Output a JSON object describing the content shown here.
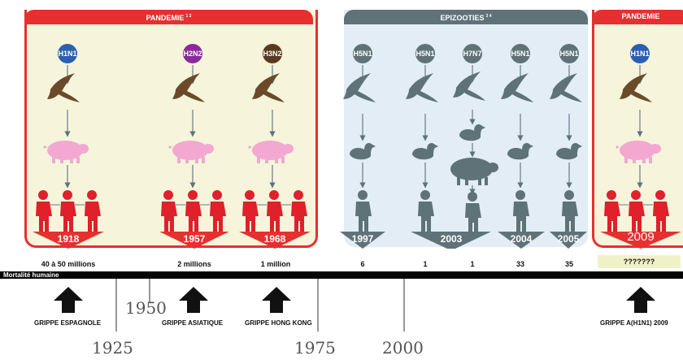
{
  "sections": {
    "pandemic_left": "PANDEMIE",
    "pandemic_left_note": "1 2",
    "epizootics": "EPIZOOTIES",
    "epizootics_note": "3 4",
    "pandemic_right": "PANDEMIE"
  },
  "colors": {
    "pandemic_red": "#e63030",
    "epizootic_slate": "#5f7278",
    "pandemic_panel_bg": "#f6f5dc",
    "epizootic_panel_bg": "#e2edf5",
    "bird_brown": "#6b4a2a",
    "pig_pink": "#f2a8d0",
    "human_red": "#e0202a"
  },
  "pandemic_cases": [
    {
      "virus": "H1N1",
      "virus_color": "#2b5fb0",
      "year": "1918",
      "deaths": "40 à 50 millions",
      "event": "GRIPPE ESPAGNOLE"
    },
    {
      "virus": "H2N2",
      "virus_color": "#8a2a9a",
      "year": "1957",
      "deaths": "2 millions",
      "event": "GRIPPE ASIATIQUE"
    },
    {
      "virus": "H3N2",
      "virus_color": "#5a3a1e",
      "year": "1968",
      "deaths": "1 million",
      "event": "GRIPPE HONG KONG"
    }
  ],
  "epizootic_cases": [
    {
      "virus": "H5N1",
      "host": "duck",
      "deaths": "6"
    },
    {
      "virus": "H5N1",
      "host": "duck",
      "deaths": "1"
    },
    {
      "virus": "H7N7",
      "host": "duck-pig",
      "deaths": "1"
    },
    {
      "virus": "H5N1",
      "host": "duck",
      "deaths": "33"
    },
    {
      "virus": "H5N1",
      "host": "duck",
      "deaths": "35"
    }
  ],
  "epizootic_years": [
    "1997",
    "2003",
    "2004",
    "2005"
  ],
  "pandemic_2009": {
    "virus": "H1N1",
    "year": "2009",
    "deaths": "???????",
    "event": "GRIPPE A(H1N1) 2009"
  },
  "mortality_label": "Mortalité humaine",
  "axis_years": [
    "1925",
    "1950",
    "1975",
    "2000"
  ]
}
